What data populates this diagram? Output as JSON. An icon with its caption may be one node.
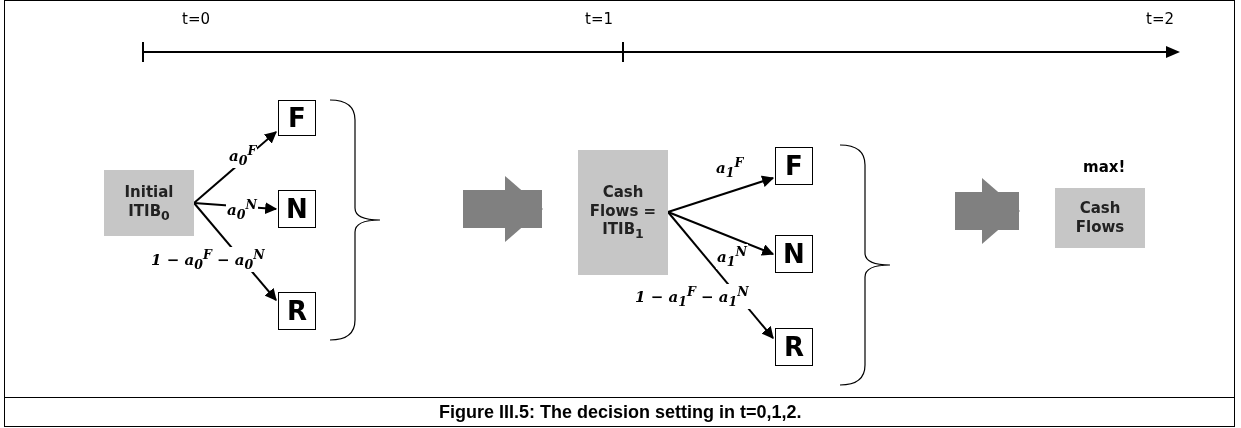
{
  "diagram": {
    "caption": "Figure III.5: The decision setting in t=0,1,2.",
    "nodes": [
      {
        "text": [
          "Initial ITIB$_{0}$"
        ]
      },
      {
        "text": [
          "F"
        ]
      },
      {
        "text": [
          "N"
        ]
      },
      {
        "text": [
          "R"
        ]
      },
      {
        "text": [
          "Cash Flows = ITIB$_{1}$"
        ]
      },
      {
        "text": [
          "F"
        ]
      },
      {
        "text": [
          "N"
        ]
      },
      {
        "text": [
          "R"
        ]
      },
      {
        "text": [
          "Cash Flows"
        ],
        "beside": [
          "max!"
        ]
      }
    ],
    "edges": [
      {
        "from": 0,
        "to": 1,
        "arrow": "to",
        "label": "*a*$_{0}$$^{F}$"
      },
      {
        "from": 0,
        "to": 2,
        "arrow": "to",
        "label": "*a*$_{0}$$^{N}$"
      },
      {
        "from": 0,
        "to": 3,
        "arrow": "to",
        "label": "1 − *a*$_{0}$$^{F}$ − *a*$_{0}$$^{N}$"
      },
      {
        "from": 4,
        "to": 5,
        "arrow": "to",
        "label": "*a*$_{1}$$^{F}$"
      },
      {
        "from": 4,
        "to": 6,
        "arrow": "to",
        "label": "*a*$_{1}$$^{N}$"
      },
      {
        "from": 4,
        "to": 7,
        "arrow": "to",
        "label": "1 − *a*$_{1}$$^{F}$ − *a*$_{1}$$^{N}$"
      },
      {
        "from": null,
        "to": 4,
        "arrow": "to",
        "style": "thick",
        "color": "#808080"
      },
      {
        "from": null,
        "to": 8,
        "arrow": "to",
        "style": "thick",
        "color": "#808080"
      }
    ],
    "labels": [
      "t=0",
      "t=1",
      "t=2"
    ]
  }
}
